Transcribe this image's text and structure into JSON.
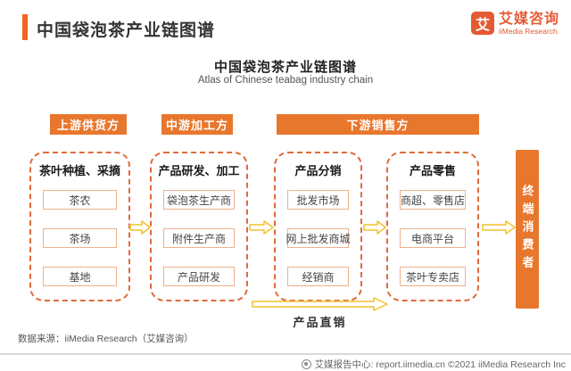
{
  "page": {
    "title": "中国袋泡茶产业链图谱",
    "logo": {
      "icon_char": "艾",
      "name_cn": "艾媒咨询",
      "name_en": "iiMedia Research"
    }
  },
  "chart": {
    "title": "中国袋泡茶产业链图谱",
    "subtitle": "Atlas of Chinese teabag industry chain",
    "stages": [
      {
        "label": "上游供货方"
      },
      {
        "label": "中游加工方"
      },
      {
        "label": "下游销售方"
      }
    ],
    "columns": [
      {
        "header": "茶叶种植、采摘",
        "items": [
          "茶农",
          "茶场",
          "基地"
        ]
      },
      {
        "header": "产品研发、加工",
        "items": [
          "袋泡茶生产商",
          "附件生产商",
          "产品研发"
        ]
      },
      {
        "header": "产品分销",
        "items": [
          "批发市场",
          "网上批发商城",
          "经销商"
        ]
      },
      {
        "header": "产品零售",
        "items": [
          "商超、零售店",
          "电商平台",
          "茶叶专卖店"
        ]
      }
    ],
    "end_consumer": "终端消费者",
    "direct_sales_label": "产品直销"
  },
  "footer": {
    "source": "数据来源：iiMedia Research（艾媒咨询）",
    "report_center": "艾媒报告中心: report.iimedia.cn ©2021 iiMedia Research Inc"
  },
  "colors": {
    "accent_orange": "#f26522",
    "bar_orange": "#e8772e",
    "logo_orange": "#e55a33",
    "dashed_border": "#e06a3b",
    "item_border": "#edb28c",
    "arrow_yellow": "#f0c12c"
  }
}
